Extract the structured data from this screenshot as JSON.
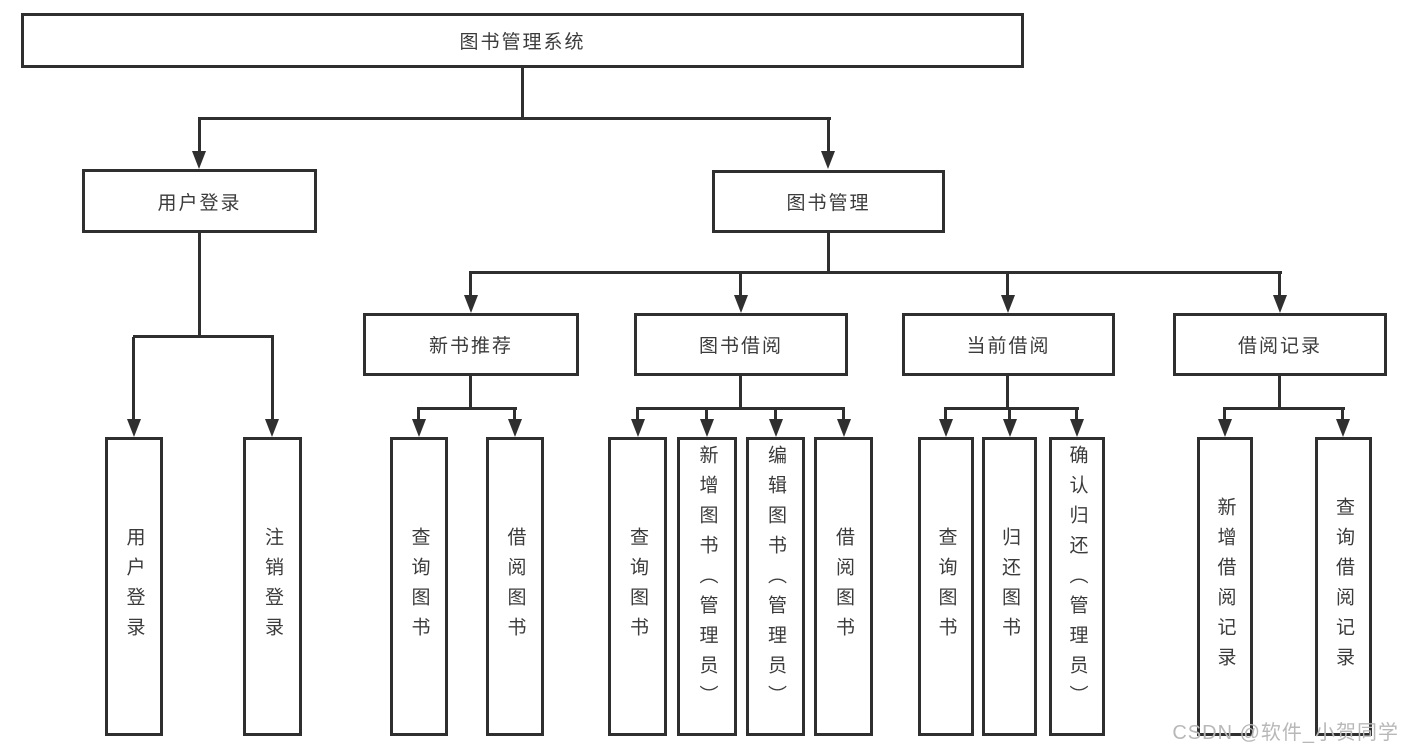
{
  "colors": {
    "line": "#2f2f2f",
    "box_border": "#2f2f2f",
    "text": "#3b3b3b",
    "watermark": "#b8b8b8",
    "background": "#ffffff"
  },
  "watermark": {
    "text": "CSDN @软件_小贺同学"
  },
  "tree": {
    "label": "图书管理系统",
    "children": [
      {
        "label": "用户登录",
        "children": [
          {
            "label": "用户登录"
          },
          {
            "label": "注销登录"
          }
        ]
      },
      {
        "label": "图书管理",
        "children": [
          {
            "label": "新书推荐",
            "children": [
              {
                "label": "查询图书"
              },
              {
                "label": "借阅图书"
              }
            ]
          },
          {
            "label": "图书借阅",
            "children": [
              {
                "label": "查询图书"
              },
              {
                "label": "新增图书（管理员）"
              },
              {
                "label": "编辑图书（管理员）"
              },
              {
                "label": "借阅图书"
              }
            ]
          },
          {
            "label": "当前借阅",
            "children": [
              {
                "label": "查询图书"
              },
              {
                "label": "归还图书"
              },
              {
                "label": "确认归还（管理员）"
              }
            ]
          },
          {
            "label": "借阅记录",
            "children": [
              {
                "label": "新增借阅记录"
              },
              {
                "label": "查询借阅记录"
              }
            ]
          }
        ]
      }
    ]
  }
}
